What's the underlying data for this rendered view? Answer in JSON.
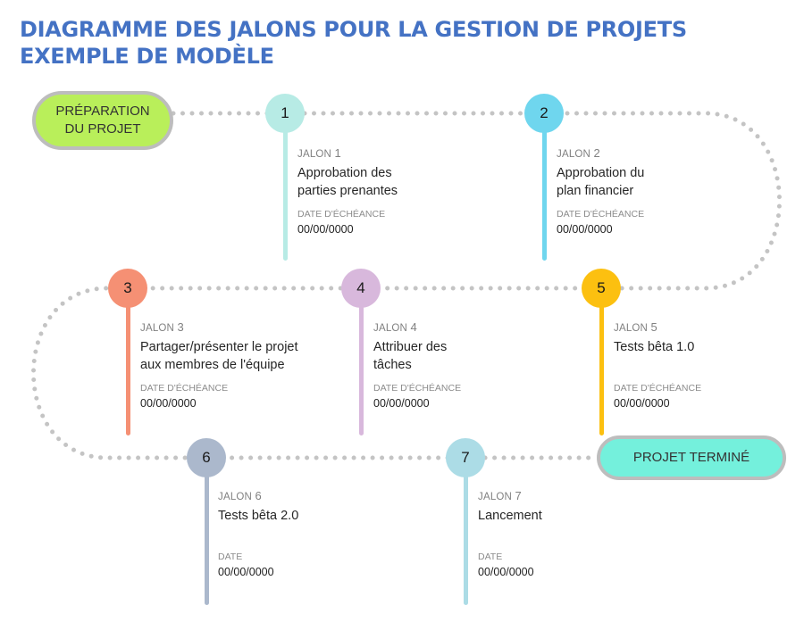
{
  "title": "DIAGRAMME DES JALONS POUR LA GESTION DE PROJETS EXEMPLE DE MODÈLE",
  "start": {
    "label_line1": "PRÉPARATION",
    "label_line2": "DU PROJET",
    "color": "#b9ef5a"
  },
  "end": {
    "label": "PROJET TERMINÉ",
    "color": "#74f0dc"
  },
  "path_color": "#c4c4c4",
  "milestones": [
    {
      "number": "1",
      "label_prefix": "JALON",
      "desc_line1": "Approbation des",
      "desc_line2": "parties prenantes",
      "date_label": "DATE D'ÉCHÉANCE",
      "date": "00/00/0000",
      "color": "#b7ebe5"
    },
    {
      "number": "2",
      "label_prefix": "JALON",
      "desc_line1": "Approbation du",
      "desc_line2": "plan financier",
      "date_label": "DATE D'ÉCHÉANCE",
      "date": "00/00/0000",
      "color": "#6fd6ee"
    },
    {
      "number": "3",
      "label_prefix": "JALON",
      "desc_line1": "Partager/présenter le projet",
      "desc_line2": "aux membres de l'équipe",
      "date_label": "DATE D'ÉCHÉANCE",
      "date": "00/00/0000",
      "color": "#f59074"
    },
    {
      "number": "4",
      "label_prefix": "JALON",
      "desc_line1": "Attribuer des",
      "desc_line2": "tâches",
      "date_label": "DATE D'ÉCHÉANCE",
      "date": "00/00/0000",
      "color": "#d8b8dc"
    },
    {
      "number": "5",
      "label_prefix": "JALON",
      "desc_line1": "Tests bêta 1.0",
      "desc_line2": "",
      "date_label": "DATE D'ÉCHÉANCE",
      "date": "00/00/0000",
      "color": "#fcc010"
    },
    {
      "number": "6",
      "label_prefix": "JALON",
      "desc_line1": "Tests bêta 2.0",
      "desc_line2": "",
      "date_label": "DATE",
      "date": "00/00/0000",
      "color": "#abb8cc"
    },
    {
      "number": "7",
      "label_prefix": "JALON",
      "desc_line1": "Lancement",
      "desc_line2": "",
      "date_label": "DATE",
      "date": "00/00/0000",
      "color": "#acdce6"
    }
  ]
}
